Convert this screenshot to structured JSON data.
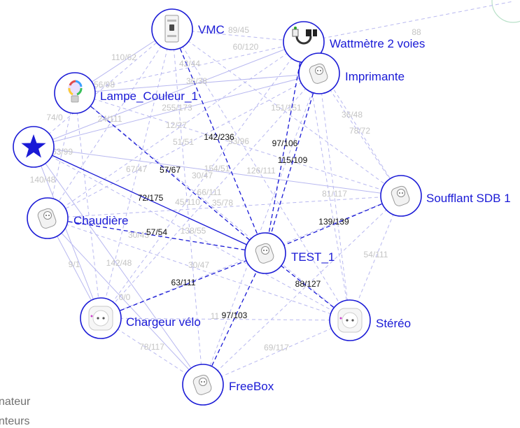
{
  "colors": {
    "accent": "#1a1ad6",
    "edge_faint": "#b8b8f0",
    "edge_strong": "#1a1ad6",
    "label_faint": "#c4c4c4",
    "label_strong": "#111111"
  },
  "nodes": [
    {
      "id": "vmc",
      "label": "VMC",
      "icon": "din-rail-module-icon"
    },
    {
      "id": "wattmetre",
      "label": "Wattmètre 2 voies",
      "icon": "clamp-meter-icon"
    },
    {
      "id": "imprimante",
      "label": "Imprimante",
      "icon": "smart-plug-icon"
    },
    {
      "id": "lampe",
      "label": "Lampe_Couleur_1",
      "icon": "color-bulb-icon"
    },
    {
      "id": "coordinator",
      "label": "",
      "icon": "star-icon"
    },
    {
      "id": "chaudiere",
      "label": "Chaudière",
      "icon": "smart-plug-icon"
    },
    {
      "id": "soufflant",
      "label": "Soufflant SDB 1",
      "icon": "smart-plug-icon"
    },
    {
      "id": "test1",
      "label": "TEST_1",
      "icon": "smart-plug-icon"
    },
    {
      "id": "chargeur",
      "label": "Chargeur vélo",
      "icon": "round-socket-icon"
    },
    {
      "id": "stereo",
      "label": "Stéréo",
      "icon": "round-socket-icon"
    },
    {
      "id": "freebox",
      "label": "FreeBox",
      "icon": "smart-plug-icon"
    }
  ],
  "edges_faint": [
    {
      "label": "89/45"
    },
    {
      "label": "60/120"
    },
    {
      "label": "88"
    },
    {
      "label": "110/62"
    },
    {
      "label": "42/44"
    },
    {
      "label": "56/98"
    },
    {
      "label": "36/38"
    },
    {
      "label": "255/173"
    },
    {
      "label": "151/151"
    },
    {
      "label": "74/0"
    },
    {
      "label": "24/111"
    },
    {
      "label": "12/27"
    },
    {
      "label": "36/48"
    },
    {
      "label": "78/72"
    },
    {
      "label": "53/99"
    },
    {
      "label": "51/51"
    },
    {
      "label": "93/96"
    },
    {
      "label": "67/47"
    },
    {
      "label": "154/51"
    },
    {
      "label": "126/111"
    },
    {
      "label": "140/48"
    },
    {
      "label": "30/47"
    },
    {
      "label": "66/111"
    },
    {
      "label": "81/117"
    },
    {
      "label": "45/110"
    },
    {
      "label": "35/78"
    },
    {
      "label": "138/55"
    },
    {
      "label": "30/43"
    },
    {
      "label": "54/111"
    },
    {
      "label": "142/48"
    },
    {
      "label": "30/47"
    },
    {
      "label": "9/1"
    },
    {
      "label": "0/0"
    },
    {
      "label": "11"
    },
    {
      "label": "78/117"
    },
    {
      "label": "69/117"
    }
  ],
  "edges_strong": [
    {
      "label": "142/236"
    },
    {
      "label": "97/106"
    },
    {
      "label": "115/109"
    },
    {
      "label": "57/67"
    },
    {
      "label": "72/175"
    },
    {
      "label": "57/54"
    },
    {
      "label": "139/139"
    },
    {
      "label": "63/111"
    },
    {
      "label": "88/127"
    },
    {
      "label": "97/103"
    }
  ],
  "legend": {
    "line1": "nateur",
    "line2": "nteurs"
  }
}
